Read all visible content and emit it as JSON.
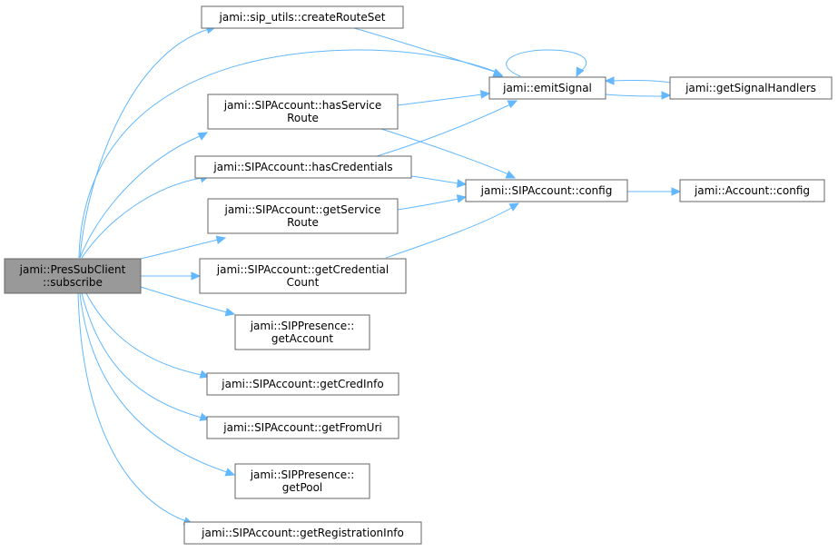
{
  "colors": {
    "edge": "#63b8ff",
    "node_border": "#666666",
    "root_fill": "#999999",
    "node_fill": "#ffffff"
  },
  "nodes": {
    "root": [
      "jami::PresSubClient",
      "::subscribe"
    ],
    "createRouteSet": [
      "jami::sip_utils::createRouteSet"
    ],
    "emitSignal": [
      "jami::emitSignal"
    ],
    "getSignalHandlers": [
      "jami::getSignalHandlers"
    ],
    "hasServiceRoute": [
      "jami::SIPAccount::hasService",
      "Route"
    ],
    "hasCredentials": [
      "jami::SIPAccount::hasCredentials"
    ],
    "sipConfig": [
      "jami::SIPAccount::config"
    ],
    "accountConfig": [
      "jami::Account::config"
    ],
    "getServiceRoute": [
      "jami::SIPAccount::getService",
      "Route"
    ],
    "getCredentialCount": [
      "jami::SIPAccount::getCredential",
      "Count"
    ],
    "presGetAccount": [
      "jami::SIPPresence::",
      "getAccount"
    ],
    "getCredInfo": [
      "jami::SIPAccount::getCredInfo"
    ],
    "getFromUri": [
      "jami::SIPAccount::getFromUri"
    ],
    "presGetPool": [
      "jami::SIPPresence::",
      "getPool"
    ],
    "getRegistrationInfo": [
      "jami::SIPAccount::getRegistrationInfo"
    ]
  },
  "edges": [
    [
      "root",
      "createRouteSet"
    ],
    [
      "root",
      "emitSignal"
    ],
    [
      "root",
      "hasServiceRoute"
    ],
    [
      "root",
      "hasCredentials"
    ],
    [
      "root",
      "getServiceRoute"
    ],
    [
      "root",
      "getCredentialCount"
    ],
    [
      "root",
      "presGetAccount"
    ],
    [
      "root",
      "getCredInfo"
    ],
    [
      "root",
      "getFromUri"
    ],
    [
      "root",
      "presGetPool"
    ],
    [
      "root",
      "getRegistrationInfo"
    ],
    [
      "createRouteSet",
      "emitSignal"
    ],
    [
      "emitSignal",
      "emitSignal"
    ],
    [
      "emitSignal",
      "getSignalHandlers"
    ],
    [
      "getSignalHandlers",
      "emitSignal"
    ],
    [
      "hasServiceRoute",
      "emitSignal"
    ],
    [
      "hasServiceRoute",
      "sipConfig"
    ],
    [
      "hasCredentials",
      "emitSignal"
    ],
    [
      "hasCredentials",
      "sipConfig"
    ],
    [
      "getServiceRoute",
      "sipConfig"
    ],
    [
      "getCredentialCount",
      "sipConfig"
    ],
    [
      "sipConfig",
      "accountConfig"
    ]
  ]
}
